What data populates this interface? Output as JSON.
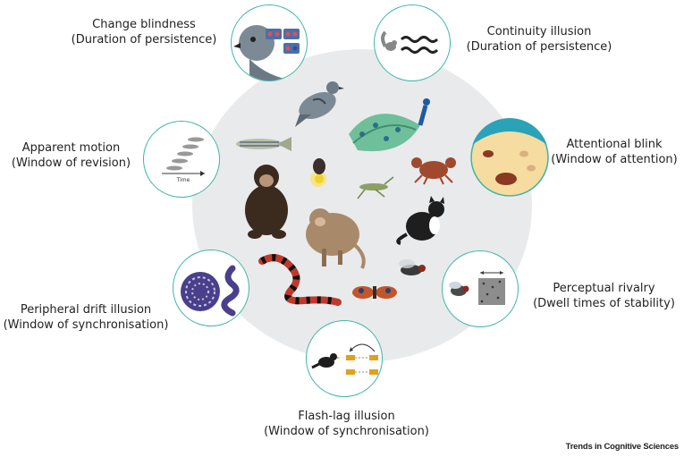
{
  "illusions": [
    {
      "name": "Change blindness",
      "measure": "(Duration of persistence)"
    },
    {
      "name": "Continuity illusion",
      "measure": "(Duration of persistence)"
    },
    {
      "name": "Apparent motion",
      "measure": "(Window of revision)"
    },
    {
      "name": "Attentional blink",
      "measure": "(Window of attention)"
    },
    {
      "name": "Peripheral drift illusion",
      "measure": "(Window of synchronisation)"
    },
    {
      "name": "Perceptual rivalry",
      "measure": "(Dwell times of stability)"
    },
    {
      "name": "Flash-lag illusion",
      "measure": "(Window of synchronisation)"
    }
  ],
  "apparent_motion_axis_label": "Time",
  "credit": "Trends in Cognitive Sciences",
  "colors": {
    "circle_border": "#3fb6a8",
    "center_disc": "#e9eaeb"
  },
  "central_animals": [
    "pigeon-icon",
    "peacock-icon",
    "zebrafish-icon",
    "firefly-icon",
    "crab-icon",
    "chimpanzee-icon",
    "grasshopper-icon",
    "macaque-icon",
    "cat-icon",
    "snake-icon",
    "fly-icon",
    "butterfly-icon"
  ]
}
